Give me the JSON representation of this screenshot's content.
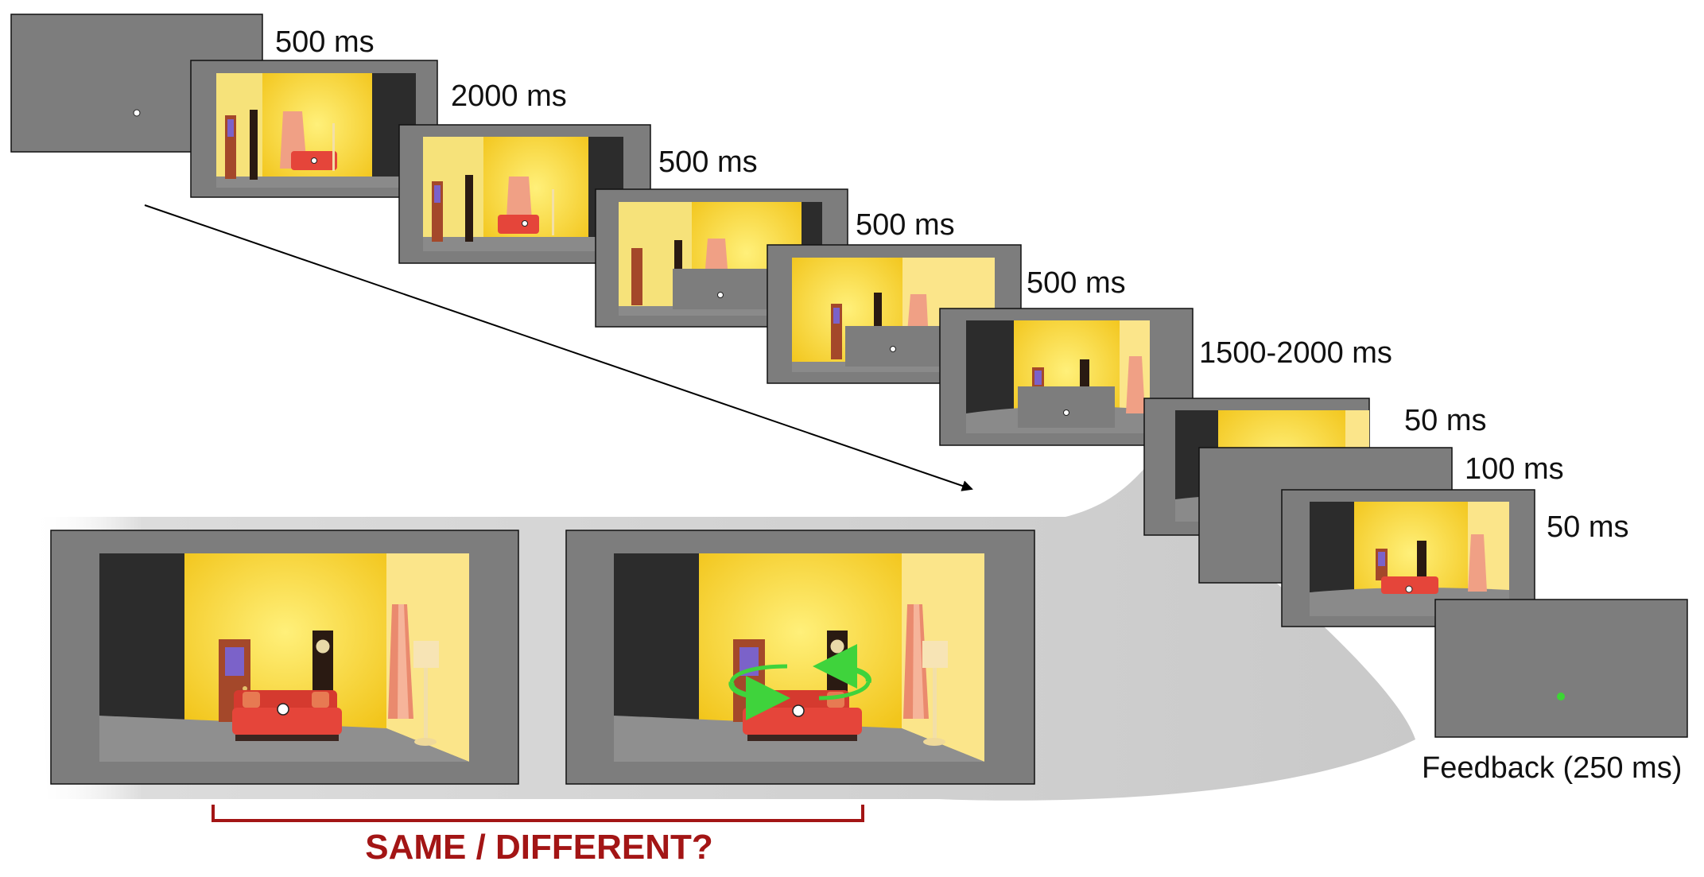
{
  "timeline": {
    "durations": [
      "500 ms",
      "2000 ms",
      "500 ms",
      "500 ms",
      "500 ms",
      "1500-2000 ms",
      "50 ms",
      "100 ms",
      "50 ms"
    ],
    "feedback": "Feedback (250 ms)"
  },
  "question": "SAME / DIFFERENT?",
  "colors": {
    "frame_gray": "#7d7d7d",
    "wall_yellow": "#f5d21a",
    "side_wall": "#fbe58a",
    "dark_wall": "#2c2c2c",
    "floor": "#8a8a8a",
    "sofa_red": "#e5453a",
    "rotation_arrow": "#3fd33c",
    "feedback_dot": "#3cd634",
    "question_red": "#a31515",
    "bracket_red": "#a31515"
  }
}
